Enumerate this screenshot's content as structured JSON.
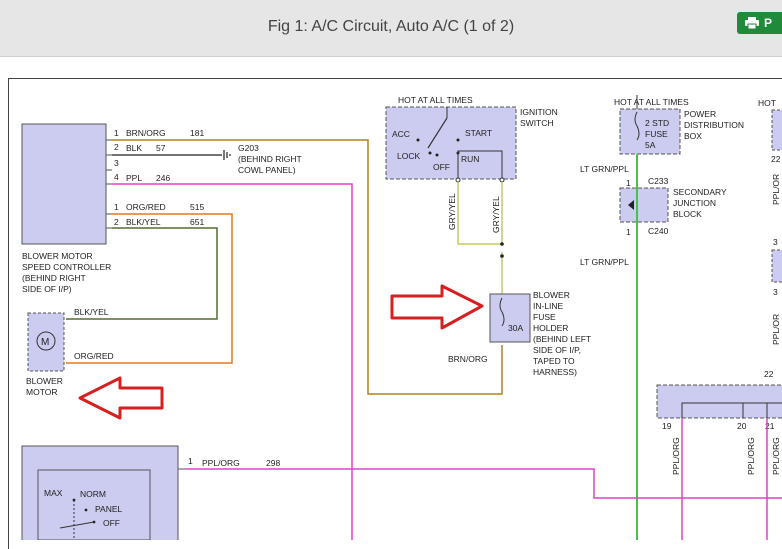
{
  "header": {
    "title": "Fig 1: A/C Circuit, Auto A/C (1 of 2)",
    "print_label": "P",
    "print_icon": "printer-icon",
    "accent_color": "#1f8a3a"
  },
  "diagram": {
    "wire_colors": {
      "orange": "#e07a20",
      "pink": "#e040c8",
      "olive": "#8a7a1a",
      "green": "#3a9a2a",
      "lightgreen": "#4cc04c",
      "darkolive": "#556b2f",
      "yellowgreen": "#c8c860"
    },
    "blower_controller": {
      "label_lines": [
        "BLOWER MOTOR",
        "SPEED CONTROLLER",
        "(BEHIND RIGHT",
        "SIDE OF I/P)"
      ],
      "pins_top": [
        {
          "num": "1",
          "wire": "BRN/ORG",
          "circuit": "181"
        },
        {
          "num": "2",
          "wire": "BLK",
          "circuit": "57"
        },
        {
          "num": "3",
          "wire": "",
          "circuit": ""
        },
        {
          "num": "4",
          "wire": "PPL",
          "circuit": "246"
        }
      ],
      "pins_bottom": [
        {
          "num": "1",
          "wire": "ORG/RED",
          "circuit": "515"
        },
        {
          "num": "2",
          "wire": "BLK/YEL",
          "circuit": "651"
        }
      ]
    },
    "ground": {
      "name": "G203",
      "note_lines": [
        "(BEHIND RIGHT",
        "COWL PANEL)"
      ]
    },
    "blower_motor": {
      "symbol": "M",
      "label_lines": [
        "BLOWER",
        "MOTOR"
      ],
      "wire_top": "BLK/YEL",
      "wire_bottom": "ORG/RED"
    },
    "ignition": {
      "hot_label": "HOT AT ALL TIMES",
      "title_lines": [
        "IGNITION",
        "SWITCH"
      ],
      "positions": [
        "ACC",
        "START",
        "LOCK",
        "OFF",
        "RUN"
      ],
      "wire_left": "GRY/YEL",
      "wire_right": "GRY/YEL"
    },
    "fuse_holder": {
      "rating": "30A",
      "label_lines": [
        "BLOWER",
        "IN-LINE",
        "FUSE",
        "HOLDER",
        "(BEHIND LEFT",
        "SIDE OF I/P,",
        "TAPED TO",
        "HARNESS)"
      ],
      "wire_bottom": "BRN/ORG"
    },
    "power_box": {
      "hot_label": "HOT AT ALL TIMES",
      "fuse_lines": [
        "2 STD",
        "FUSE",
        "5A"
      ],
      "title_lines": [
        "POWER",
        "DISTRIBUTION",
        "BOX"
      ],
      "wire_top": "LT GRN/PPL",
      "wire_bottom": "LT GRN/PPL"
    },
    "junction_block": {
      "title_lines": [
        "SECONDARY",
        "JUNCTION",
        "BLOCK"
      ],
      "pin": "1",
      "c_top": "C233",
      "c_bottom": "C240"
    },
    "right_edge": {
      "hot_label": "HOT",
      "pin_22": "22",
      "pin_3": "3",
      "partial_wire": "PPL/OR"
    },
    "bottom_module": {
      "pin": "1",
      "wire": "PPL/ORG",
      "circuit": "298",
      "switch_labels": [
        "MAX",
        "NORM",
        "PANEL",
        "OFF"
      ]
    },
    "bottom_connector": {
      "pin_22": "22",
      "pins": [
        "19",
        "20",
        "21"
      ],
      "wire_label": "PPL/ORG"
    },
    "arrows": {
      "color": "#d42020",
      "count": "2"
    }
  }
}
